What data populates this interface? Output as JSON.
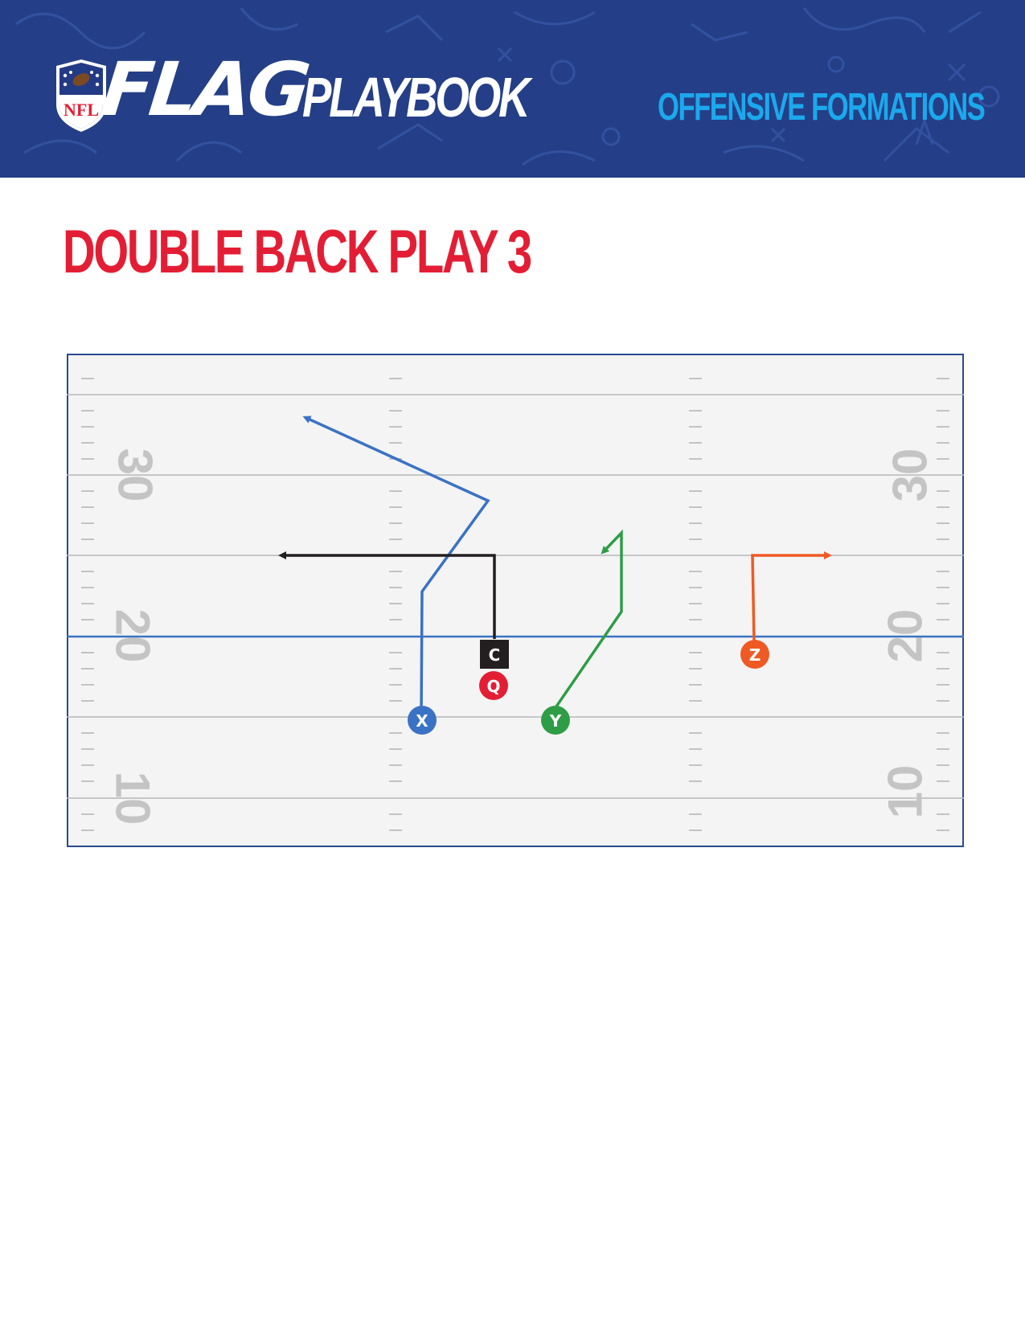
{
  "header": {
    "logo_text": "NFL",
    "brand_word": "FLAG",
    "brand_suffix": "PLAYBOOK",
    "section": "OFFENSIVE FORMATIONS"
  },
  "play": {
    "title": "DOUBLE BACK PLAY 3"
  },
  "field": {
    "yard_numbers": {
      "left": [
        "30",
        "20",
        "10"
      ],
      "right": [
        "30",
        "20",
        "10"
      ]
    },
    "players": [
      {
        "id": "center",
        "label": "C",
        "shape": "square",
        "color": "#231f20"
      },
      {
        "id": "quarterback",
        "label": "Q",
        "shape": "circle",
        "color": "#e31e34"
      },
      {
        "id": "receiver-x",
        "label": "X",
        "shape": "circle",
        "color": "#3a72c4"
      },
      {
        "id": "receiver-y",
        "label": "Y",
        "shape": "circle",
        "color": "#2e9d46"
      },
      {
        "id": "receiver-z",
        "label": "Z",
        "shape": "circle",
        "color": "#ef5a24"
      }
    ],
    "colors": {
      "field": "#f4f4f4",
      "border": "#2a4a8f",
      "line_of_scrimmage": "#3a72c4",
      "yard_line": "#b8b8b8",
      "yard_number": "#c4c4c4"
    }
  }
}
